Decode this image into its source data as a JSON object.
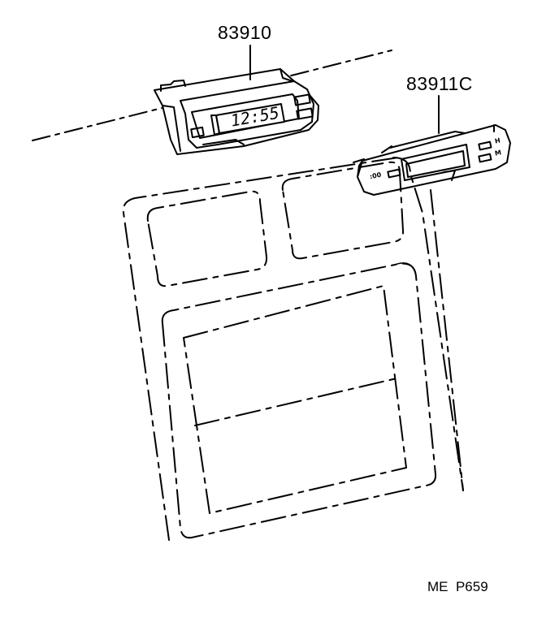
{
  "parts": [
    {
      "number": "83910",
      "description_visible": ""
    },
    {
      "number": "83911C"
    }
  ],
  "clock_display": "12:55",
  "bezel_button_marks": [
    "H",
    "M"
  ],
  "bezel_left_mark": ":00",
  "diagram_code": "ME  P659",
  "colors": {
    "ink": "#000000",
    "paper": "#ffffff"
  }
}
